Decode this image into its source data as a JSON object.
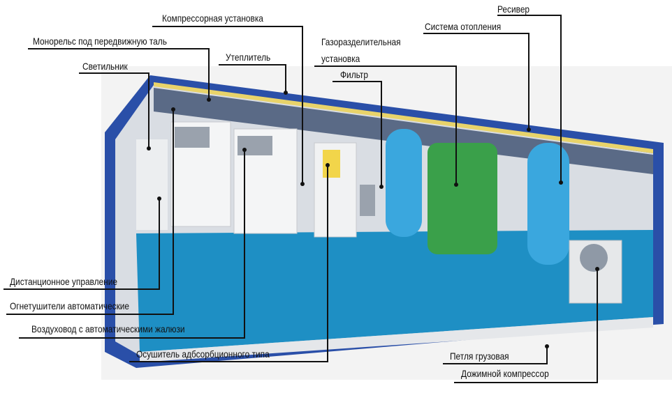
{
  "labels": {
    "receiver": "Ресивер",
    "compressor_unit": "Компрессорная установка",
    "heating_system": "Система отопления",
    "monorail": "Монорельс под передвижную таль",
    "gas_separation_line1": "Газоразделительная",
    "gas_separation_line2": "установка",
    "insulation": "Утеплитель",
    "lamp": "Светильник",
    "filter": "Фильтр",
    "remote_control": "Дистанционное управление",
    "extinguishers": "Огнетушители автоматические",
    "air_duct": "Воздуховод с автоматическими жалюзи",
    "dryer": "Осушитель адбсорбционного типа",
    "lifting_loop": "Петля грузовая",
    "booster_compressor": "Дожимной компрессор"
  },
  "colors": {
    "frame": "#2a4fa8",
    "floor": "#1e8fc4",
    "tank": "#3aa7de",
    "green": "#3aa04a",
    "insulation": "#e8d36a"
  }
}
